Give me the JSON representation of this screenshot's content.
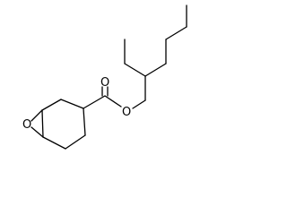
{
  "atoms": {
    "oxygen_epoxide": "O",
    "oxygen_carbonyl": "O",
    "oxygen_ester": "O"
  },
  "colors": {
    "background": "#ffffff",
    "bond": "#000000",
    "label": "#000000"
  }
}
